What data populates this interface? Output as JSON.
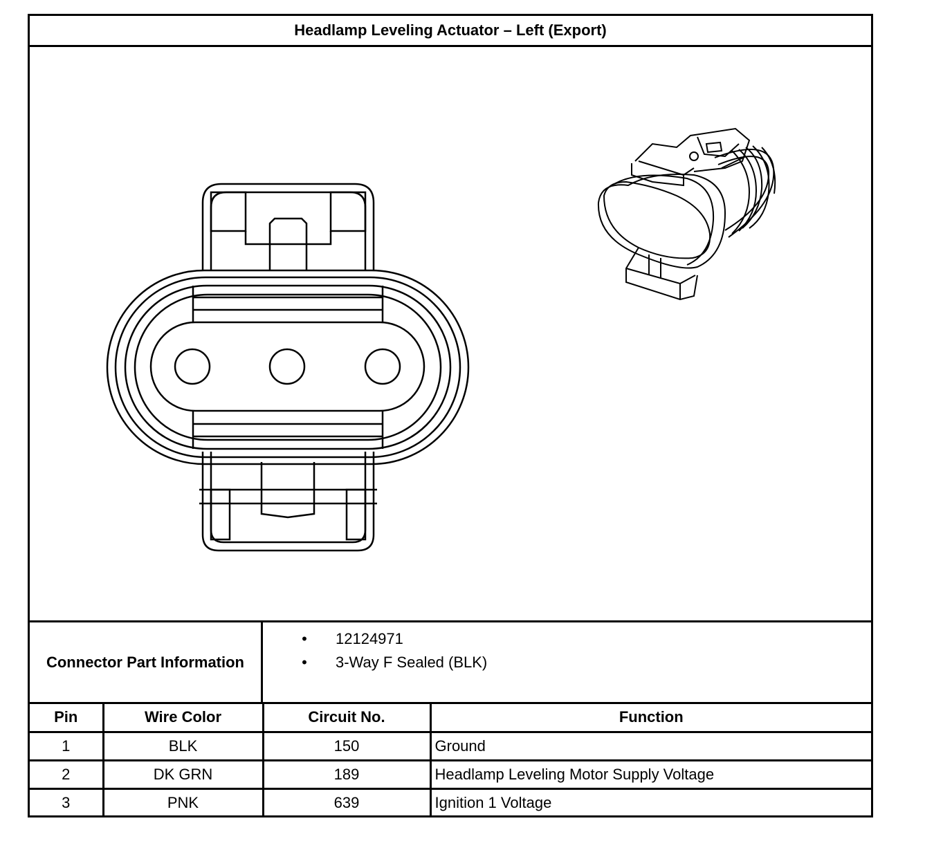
{
  "title": "Headlamp Leveling Actuator – Left (Export)",
  "connector_part_info": {
    "label": "Connector Part Information",
    "items": [
      {
        "bullet": "•",
        "text": "12124971"
      },
      {
        "bullet": "•",
        "text": "3-Way F Sealed (BLK)"
      }
    ]
  },
  "pin_table": {
    "headers": {
      "pin": "Pin",
      "wire_color": "Wire Color",
      "circuit": "Circuit No.",
      "function": "Function"
    },
    "rows": [
      {
        "pin": "1",
        "wire_color": "BLK",
        "circuit": "150",
        "function": "Ground"
      },
      {
        "pin": "2",
        "wire_color": "DK GRN",
        "circuit": "189",
        "function": "Headlamp Leveling Motor Supply Voltage"
      },
      {
        "pin": "3",
        "wire_color": "PNK",
        "circuit": "639",
        "function": "Ignition 1 Voltage"
      }
    ]
  },
  "colors": {
    "line": "#000000",
    "background": "#ffffff"
  }
}
